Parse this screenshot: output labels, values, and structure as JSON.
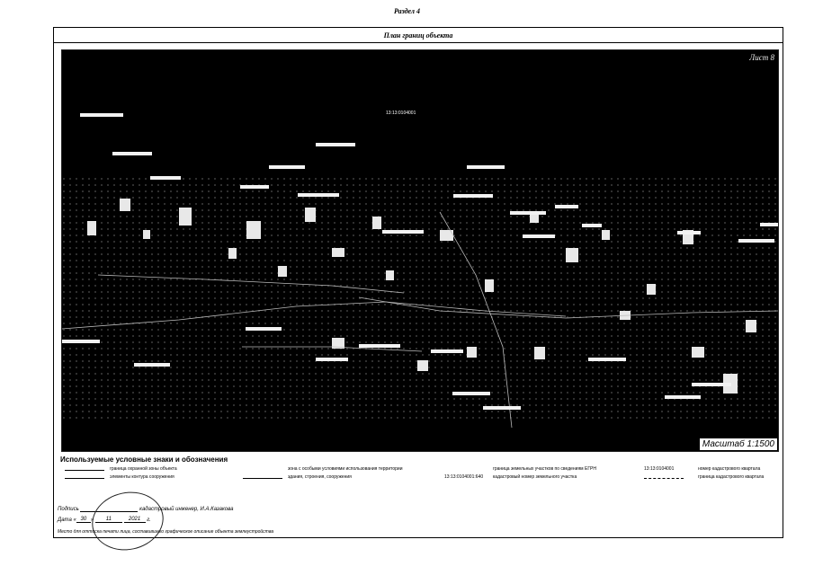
{
  "section": {
    "title": "Раздел 4"
  },
  "plan": {
    "title": "План границ объекта",
    "sheet": "Лист 8",
    "scale": "Масштаб 1:1500",
    "center_label": "13:13:0104001"
  },
  "legend": {
    "title": "Используемые условные знаки и обозначения",
    "items": [
      "граница охранной зоны объекта",
      "элементы контура сооружения",
      "зона с особыми условиями использования территории",
      "здания, строения, сооружения",
      "13:13:0104001:640",
      "граница земельных участков по сведениям ЕГРН",
      "кадастровый номер земельного участка",
      "13:13:0104001",
      "номер кадастрового квартала",
      "граница кадастрового квартала"
    ]
  },
  "signature": {
    "podpis_label": "Подпись",
    "role": "кадастровый инженер, И.А.Казакова",
    "date_label": "Дата",
    "day": "30",
    "month": "11",
    "year": "2021",
    "year_suffix": "г.",
    "note": "Место для оттиска печати лица, составившего графическое описание объекта землеустройства"
  },
  "colors": {
    "map_background": "#000000",
    "map_label": "#ffffff"
  }
}
